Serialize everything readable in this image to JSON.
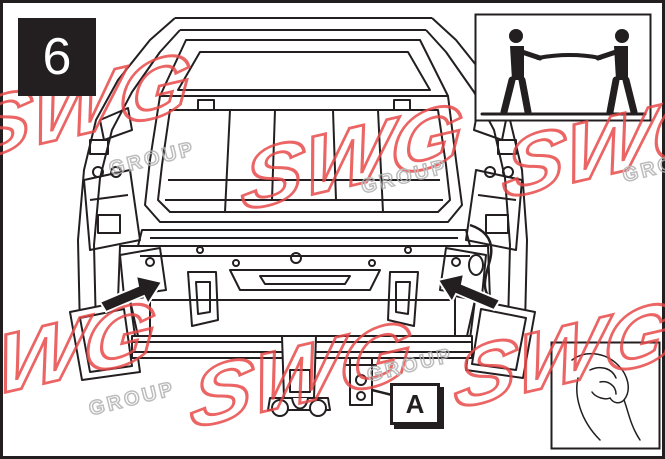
{
  "step": {
    "number": "6"
  },
  "callout": {
    "label": "A"
  },
  "watermark": {
    "brand": "SWG",
    "sub": "GROUP"
  },
  "colors": {
    "line": "#231f20",
    "watermark_red": "#e84a4a",
    "watermark_grey": "#b0b0b0",
    "badge_bg": "#231f20",
    "background": "#ffffff"
  },
  "insets": {
    "top_right": "two-people-lifting-icon",
    "bottom_right": "hand-tightening-icon"
  }
}
